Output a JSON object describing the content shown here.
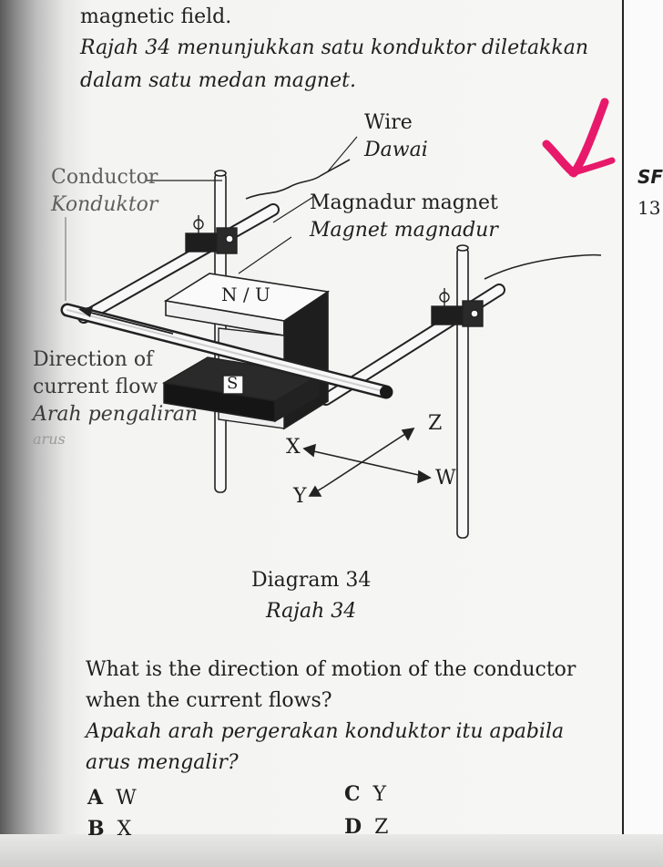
{
  "intro": {
    "line_en": "magnetic field.",
    "line_ms_1": "Rajah 34 menunjukkan satu konduktor diletakkan",
    "line_ms_2": "dalam satu medan magnet."
  },
  "margin": {
    "code": "SF",
    "number": "13"
  },
  "diagram": {
    "wire_en": "Wire",
    "wire_ms": "Dawai",
    "conductor_en": "Conductor",
    "conductor_ms": "Konduktor",
    "magnet_en": "Magnadur magnet",
    "magnet_ms": "Magnet magnadur",
    "pole_north": "N / U",
    "pole_south": "S",
    "current_en_1": "Direction of",
    "current_en_2": "current flow",
    "current_ms_1": "Arah pengaliran",
    "current_ms_2": "arus",
    "dir_x": "X",
    "dir_y": "Y",
    "dir_z": "Z",
    "dir_w": "W",
    "caption_en": "Diagram 34",
    "caption_ms": "Rajah 34"
  },
  "question": {
    "en_1": "What is the direction of motion of the conductor",
    "en_2": "when the current flows?",
    "ms_1": "Apakah arah pergerakan konduktor itu apabila",
    "ms_2": "arus mengalir?"
  },
  "options": [
    {
      "letter": "A",
      "text": "W"
    },
    {
      "letter": "B",
      "text": "X"
    },
    {
      "letter": "C",
      "text": "Y"
    },
    {
      "letter": "D",
      "text": "Z"
    }
  ],
  "colors": {
    "checkmark": "#e8196a",
    "ink": "#1f1f1f"
  }
}
